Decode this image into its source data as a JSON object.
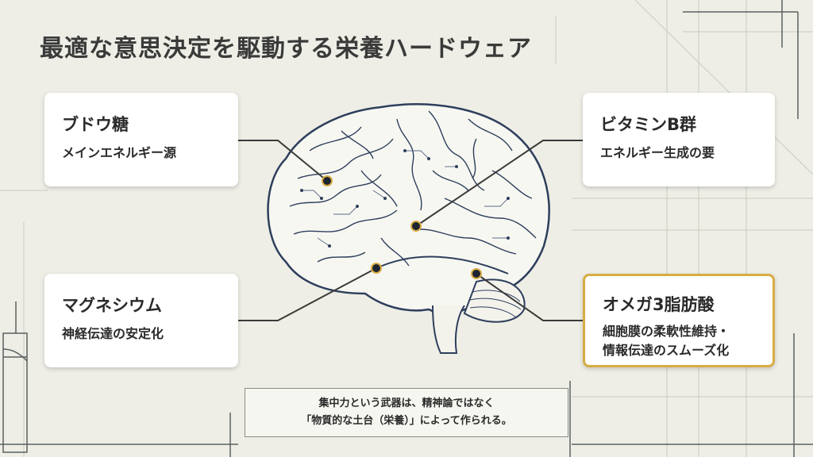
{
  "title": "最適な意思決定を駆動する栄養ハードウェア",
  "cards": {
    "glucose": {
      "head": "ブドウ糖",
      "sub": "メインエネルギー源"
    },
    "vitamin_b": {
      "head": "ビタミンB群",
      "sub": "エネルギー生成の要"
    },
    "magnesium": {
      "head": "マグネシウム",
      "sub": "神経伝達の安定化"
    },
    "omega3": {
      "head": "オメガ3脂肪酸",
      "sub_line1": "細胞膜の柔軟性維持・",
      "sub_line2": "情報伝達のスムーズ化"
    }
  },
  "note": {
    "line1": "集中力という武器は、精神論ではなく",
    "line2": "「物質的な土台（栄養）」によって作られる。"
  },
  "colors": {
    "background": "#eeeee6",
    "highlight_border": "#d8ac45",
    "brain_stroke": "#2e3f5c",
    "connector": "#3a3a3a"
  }
}
